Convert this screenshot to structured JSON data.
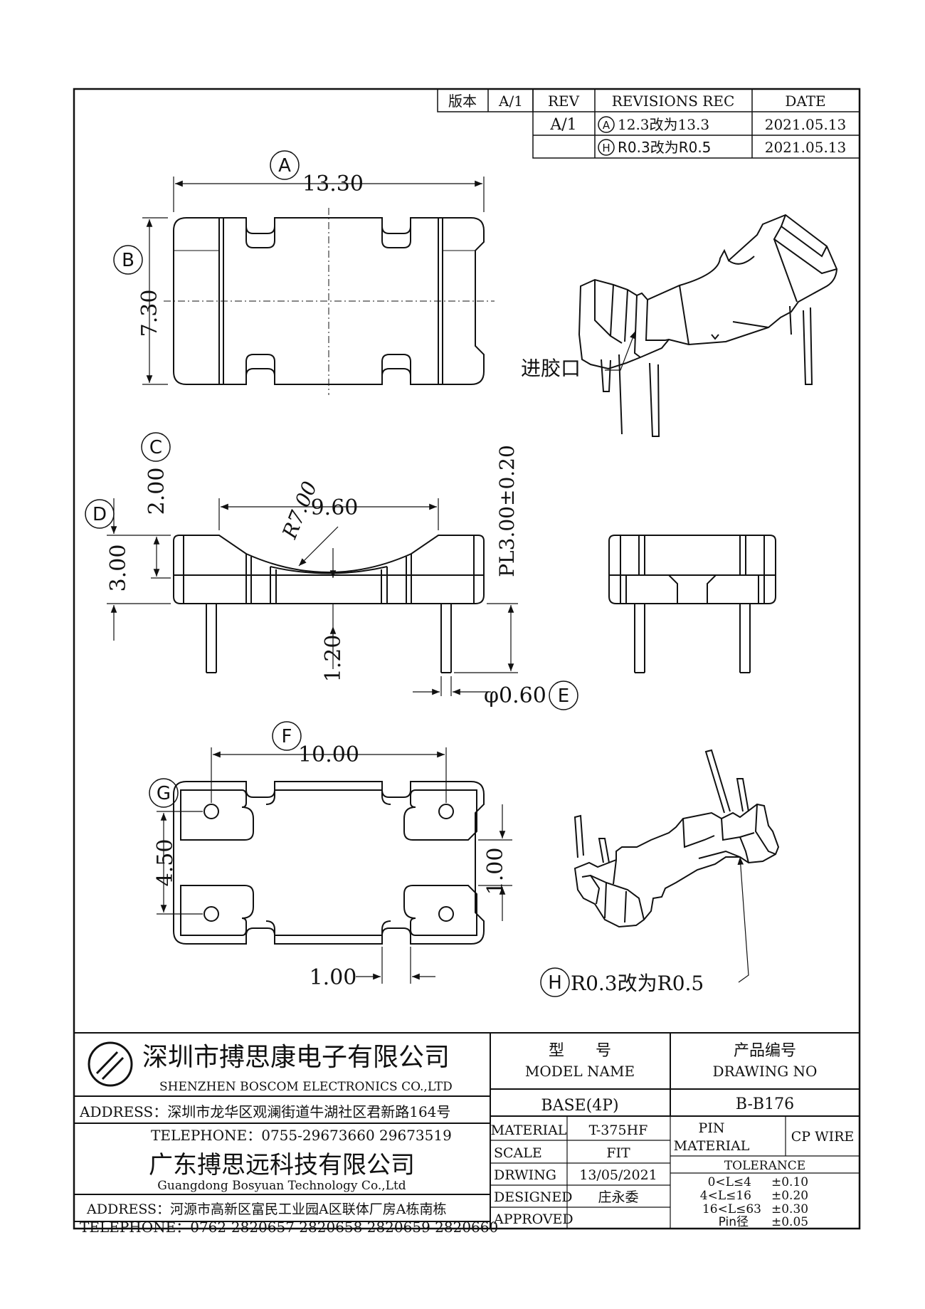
{
  "revision": {
    "version_label": "版本",
    "version_value": "A/1",
    "headers": {
      "rev": "REV",
      "revisions": "REVISIONS REC",
      "date": "DATE"
    },
    "rows": [
      {
        "rev": "A/1",
        "mark": "A",
        "text": "12.3改为13.3",
        "date": "2021.05.13"
      },
      {
        "rev": "",
        "mark": "H",
        "text": "R0.3改为R0.5",
        "date": "2021.05.13"
      }
    ]
  },
  "callouts": {
    "a": "A",
    "b": "B",
    "c": "C",
    "d": "D",
    "e": "E",
    "f": "F",
    "g": "G",
    "h": "H"
  },
  "dimensions": {
    "top_width": "13.30",
    "top_height": "7.30",
    "c_height": "2.00",
    "body_height": "3.00",
    "radius": "R7.00",
    "saddle_width": "9.60",
    "pin_length": "PL3.00±0.20",
    "pin_offset": "1.20",
    "pin_diameter": "φ0.60",
    "pin_pitch_x": "10.00",
    "pin_pitch_y": "4.50",
    "slot_right": "1.00",
    "slot_bottom": "1.00"
  },
  "labels": {
    "gate": "进胶口",
    "iso_note": "R0.3改为R0.5"
  },
  "title_block": {
    "company1_cn": "深圳市搏思康电子有限公司",
    "company1_en": "SHENZHEN BOSCOM ELECTRONICS CO.,LTD",
    "address1": "ADDRESS：深圳市龙华区观澜街道牛湖社区君新路164号",
    "telephone1": "TELEPHONE：0755-29673660 29673519",
    "company2_cn": "广东搏思远科技有限公司",
    "company2_en": "Guangdong Bosyuan Technology Co.,Ltd",
    "address2": "ADDRESS：河源市高新区富民工业园A区联体厂房A栋南栋",
    "telephone2": "TELEPHONE：0762-2820657 2820658 2820659 2820660",
    "model_cn": "型　　号",
    "model_en": "MODEL NAME",
    "model_value": "BASE(4P)",
    "drawing_cn": "产品编号",
    "drawing_en": "DRAWING NO",
    "drawing_value": "B-B176",
    "material_label": "MATERIAL",
    "material_value": "T-375HF",
    "scale_label": "SCALE",
    "scale_value": "FIT",
    "drwing_label": "DRWING",
    "drwing_value": "13/05/2021",
    "designed_label": "DESIGNED",
    "designed_value": "庄永委",
    "approved_label": "APPROVED",
    "approved_value": "",
    "pin_material_label1": "PIN",
    "pin_material_label2": "MATERIAL",
    "pin_material_value": "CP WIRE",
    "tolerance_label": "TOLERANCE",
    "tolerances": [
      {
        "range": "0<L≤4",
        "value": "±0.10"
      },
      {
        "range": "4<L≤16",
        "value": "±0.20"
      },
      {
        "range": "16<L≤63",
        "value": "±0.30"
      },
      {
        "range": "Pin径",
        "value": "±0.05"
      }
    ]
  }
}
